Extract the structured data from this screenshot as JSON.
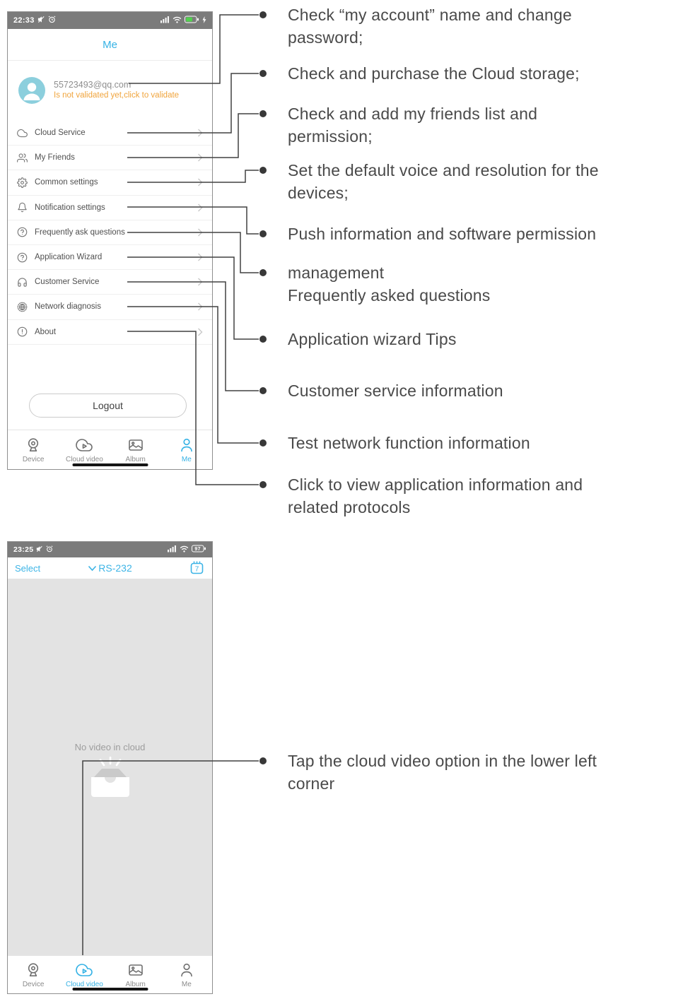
{
  "colors": {
    "accent_blue": "#35b2e5",
    "orange": "#f0a43c",
    "statusbar_gray": "#7b7b7b",
    "content_gray": "#e3e3e3",
    "battery_green": "#51d04e"
  },
  "phone1": {
    "status": {
      "time": "22:33"
    },
    "nav_title": "Me",
    "account": {
      "email": "55723493@qq.com",
      "validate_notice": "Is not validated yet,click to validate"
    },
    "menu": [
      {
        "icon": "cloud-icon",
        "label": "Cloud Service"
      },
      {
        "icon": "friends-icon",
        "label": "My Friends"
      },
      {
        "icon": "gear-icon",
        "label": "Common settings"
      },
      {
        "icon": "bell-icon",
        "label": "Notification settings"
      },
      {
        "icon": "question-icon",
        "label": "Frequently ask questions"
      },
      {
        "icon": "question-icon",
        "label": "Application Wizard"
      },
      {
        "icon": "headset-icon",
        "label": "Customer Service"
      },
      {
        "icon": "globe-icon",
        "label": "Network diagnosis"
      },
      {
        "icon": "alert-icon",
        "label": "About"
      }
    ],
    "logout_label": "Logout",
    "tabs": [
      {
        "icon": "device-tab-icon",
        "label": "Device",
        "active": false
      },
      {
        "icon": "cloud-video-tab-icon",
        "label": "Cloud video",
        "active": false
      },
      {
        "icon": "album-tab-icon",
        "label": "Album",
        "active": false
      },
      {
        "icon": "me-tab-icon",
        "label": "Me",
        "active": true
      }
    ]
  },
  "phone2": {
    "status": {
      "time": "23:25",
      "battery": "97"
    },
    "header": {
      "select_label": "Select",
      "title": "RS-232",
      "calendar_day": "7"
    },
    "empty_text": "No video in cloud",
    "tabs": [
      {
        "icon": "device-tab-icon",
        "label": "Device",
        "active": false
      },
      {
        "icon": "cloud-video-tab-icon",
        "label": "Cloud video",
        "active": true
      },
      {
        "icon": "album-tab-icon",
        "label": "Album",
        "active": false
      },
      {
        "icon": "me-tab-icon",
        "label": "Me",
        "active": false
      }
    ]
  },
  "annotations": [
    {
      "text": "Check “my account” name and change\npassword;"
    },
    {
      "text": "Check and purchase the Cloud storage;"
    },
    {
      "text": "Check and add my friends list and\npermission;"
    },
    {
      "text": "Set the default voice and resolution for the\ndevices;"
    },
    {
      "text": "Push information and software permission"
    },
    {
      "text": "management\nFrequently asked questions"
    },
    {
      "text": "Application wizard Tips"
    },
    {
      "text": "Customer service information"
    },
    {
      "text": "Test network function information"
    },
    {
      "text": "Click to view application information and\nrelated protocols"
    },
    {
      "text": "Tap the cloud video option in the lower left\ncorner"
    }
  ]
}
